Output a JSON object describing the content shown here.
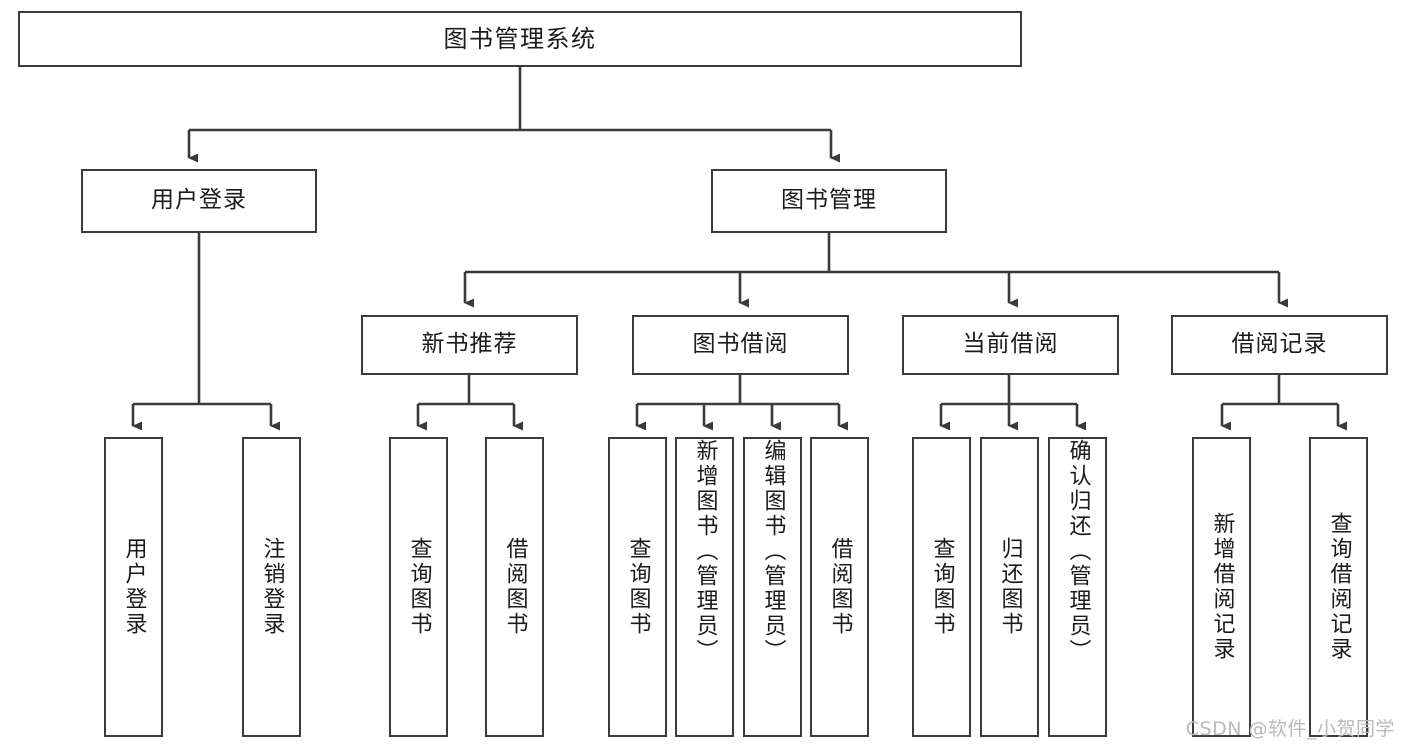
{
  "diagram": {
    "title": "图书管理系统",
    "watermark": "CSDN @软件_小贺同学",
    "style": {
      "box_fill": "#ffffff",
      "box_stroke": "#3b3b3b",
      "text_color": "#1b1b1b",
      "watermark_color": "#b9b9b9",
      "background": "#ffffff"
    },
    "root": {
      "label": "图书管理系统"
    },
    "level2": [
      {
        "label": "用户登录"
      },
      {
        "label": "图书管理"
      }
    ],
    "level3": [
      {
        "label": "新书推荐"
      },
      {
        "label": "图书借阅"
      },
      {
        "label": "当前借阅"
      },
      {
        "label": "借阅记录"
      }
    ],
    "leaves": {
      "user_login": [
        {
          "label": "用户登录"
        },
        {
          "label": "注销登录"
        }
      ],
      "new_book_recommend": [
        {
          "label": "查询图书"
        },
        {
          "label": "借阅图书"
        }
      ],
      "book_borrow": [
        {
          "label": "查询图书"
        },
        {
          "label": "新增图书（管理员）"
        },
        {
          "label": "编辑图书（管理员）"
        },
        {
          "label": "借阅图书"
        }
      ],
      "current_borrow": [
        {
          "label": "查询图书"
        },
        {
          "label": "归还图书"
        },
        {
          "label": "确认归还（管理员）"
        }
      ],
      "borrow_record": [
        {
          "label": "新增借阅记录"
        },
        {
          "label": "查询借阅记录"
        }
      ]
    }
  }
}
